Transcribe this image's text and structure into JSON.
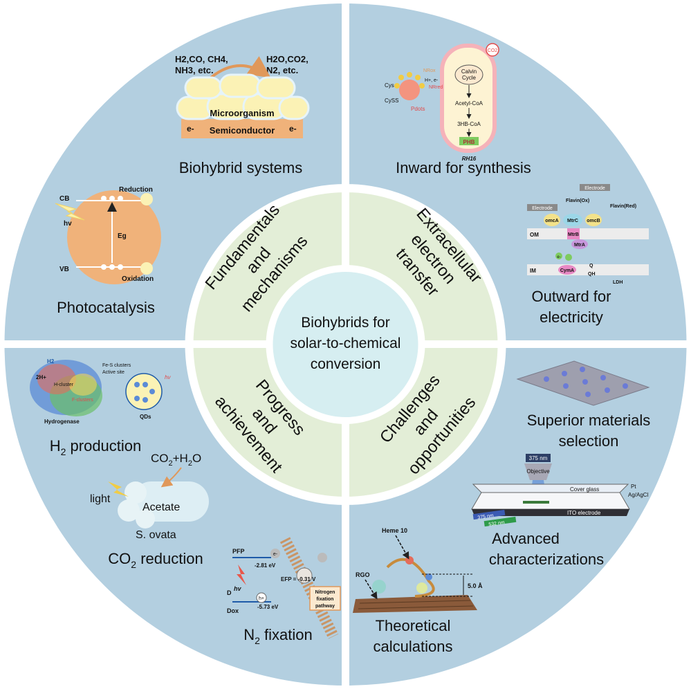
{
  "center": {
    "lines": [
      "Biohybrids for",
      "solar-to-chemical",
      "conversion"
    ]
  },
  "inner_ring": {
    "top_left": [
      "Fundamentals",
      "and",
      "mechanisms"
    ],
    "top_right": [
      "Extracellular",
      "electron",
      "transfer"
    ],
    "bottom_left": [
      "Progress",
      "and",
      "achievement"
    ],
    "bottom_right": [
      "Challenges",
      "and",
      "opportunities"
    ]
  },
  "outer_labels": {
    "biohybrid_systems": "Biohybrid systems",
    "inward_synthesis": "Inward for synthesis",
    "photocatalysis": "Photocatalysis",
    "outward_electricity": [
      "Outward for",
      "electricity"
    ],
    "h2_production": {
      "main": "H",
      "sub": "2",
      "rest": " production"
    },
    "co2_reduction": {
      "main": "CO",
      "sub": "2",
      "rest": " reduction"
    },
    "n2_fixation": {
      "main": "N",
      "sub": "2",
      "rest": " fixation"
    },
    "superior_materials": [
      "Superior materials",
      "selection"
    ],
    "advanced_characterizations": [
      "Advanced",
      "characterizations"
    ],
    "theoretical_calculations": [
      "Theoretical",
      "calculations"
    ]
  },
  "biohybrid_figure": {
    "left_gases": [
      "H2,CO, CH4,",
      "NH3, etc."
    ],
    "right_gases": [
      "H2O,CO2,",
      "N2, etc."
    ],
    "microorganism": "Microorganism",
    "semiconductor": "Semiconductor",
    "electron": "e-"
  },
  "photocatalysis_figure": {
    "cb": "CB",
    "vb": "VB",
    "hv": "hv",
    "eg": "Eg",
    "reduction": "Reduction",
    "oxidation": "Oxidation"
  },
  "inward_figure": {
    "co2": "CO2",
    "calvin": [
      "Calvin",
      "Cycle"
    ],
    "acetyl": "Acetyl-CoA",
    "hb": "3HB-CoA",
    "phb": "PHB",
    "rh16": "RH16",
    "pdots": "Pdots",
    "cys": "Cys",
    "cyss": "CySS",
    "nr_ox": "NRox",
    "nr_red": "NRred",
    "h_e": "H+, e-"
  },
  "outward_figure": {
    "electrode": "Electrode",
    "flavin_ox": "Flavin(Ox)",
    "flavin_red": "Flavin(Red)",
    "omca": "omcA",
    "mtrc": "MtrC",
    "omcb": "omcB",
    "mtrb": "MtrB",
    "mtra": "MtrA",
    "cyma": "CymA",
    "om": "OM",
    "im": "IM",
    "q": "Q",
    "qh": "QH",
    "ldh": "LDH",
    "e": "e-"
  },
  "h2_figure": {
    "h2": "H2",
    "two_h": "2H+",
    "fes": "Fe-S clusters",
    "active": "Active site",
    "hcluster": "H-cluster",
    "fclusters": "F-clusters",
    "hydrogenase": "Hydrogenase",
    "qds": "QDs",
    "hv": "hv"
  },
  "co2_figure": {
    "input": {
      "a": "CO",
      "sub1": "2",
      "b": "+H",
      "sub2": "2",
      "c": "O"
    },
    "light": "light",
    "acetate": "Acetate",
    "organism": "S. ovata"
  },
  "n2_figure": {
    "pfp": "PFP",
    "e1": "-2.81 eV",
    "efp": "EFP = -0.31 V",
    "e2": "-5.73 eV",
    "hv": "hv",
    "d": "D",
    "dox": "Dox",
    "pathway": [
      "Nitrogen",
      "fixation",
      "pathway"
    ],
    "h": "h+",
    "e": "e-"
  },
  "advanced_figure": {
    "wavelength1": "375 nm",
    "objective": "Objective",
    "cover": "Cover glass",
    "pt": "Pt",
    "agcl": "Ag/AgCl",
    "ito": "ITO electrode",
    "b375": "375 nm",
    "b532": "532 nm"
  },
  "theory_figure": {
    "heme": "Heme 10",
    "rgo": "RGO",
    "dist": "5.0 Å"
  },
  "colors": {
    "outer_ring": "#b3cfe0",
    "inner_ring": "#e3eed7",
    "center": "#d6eef1",
    "divider": "#ffffff"
  }
}
